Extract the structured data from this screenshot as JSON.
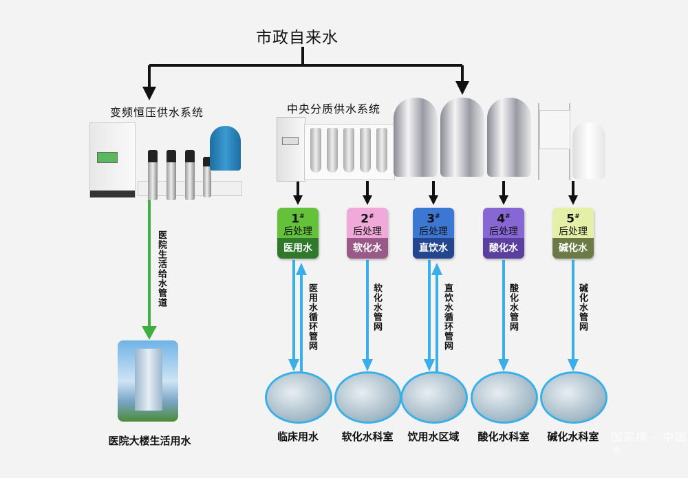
{
  "title": "市政自来水",
  "left_system": {
    "label": "变频恒压供水系统",
    "pipe_label": "医院生活给水管道",
    "destination": "医院大楼生活用水",
    "pipe_color": "#3fae3f"
  },
  "central_system": {
    "label": "中央分质供水系统"
  },
  "flow_line_color": "#111111",
  "pipe_color": "#3aaee8",
  "treatments": [
    {
      "num": "1",
      "sup": "#",
      "process": "后处理",
      "water": "医用水",
      "color_top": "#63c23a",
      "color_bottom": "#2f7a2a",
      "pipe_label": "医用水循环管网",
      "circulating": true,
      "destination": "临床用水"
    },
    {
      "num": "2",
      "sup": "#",
      "process": "后处理",
      "water": "软化水",
      "color_top": "#f0a9d8",
      "color_bottom": "#9a5a88",
      "pipe_label": "软化水管网",
      "circulating": false,
      "destination": "软化水科室"
    },
    {
      "num": "3",
      "sup": "#",
      "process": "后处理",
      "water": "直饮水",
      "color_top": "#3c77d4",
      "color_bottom": "#23468f",
      "pipe_label": "直饮水循环管网",
      "circulating": true,
      "destination": "饮用水区域"
    },
    {
      "num": "4",
      "sup": "#",
      "process": "后处理",
      "water": "酸化水",
      "color_top": "#8667d4",
      "color_bottom": "#5a3f9e",
      "pipe_label": "酸化水管网",
      "circulating": false,
      "destination": "酸化水科室"
    },
    {
      "num": "5",
      "sup": "#",
      "process": "后处理",
      "water": "碱化水",
      "color_top": "#e4f0a8",
      "color_bottom": "#6c7a45",
      "pipe_label": "碱化水管网",
      "circulating": false,
      "destination": "碱化水科室"
    }
  ],
  "watermark": "国宗楠 · 中国 ®"
}
